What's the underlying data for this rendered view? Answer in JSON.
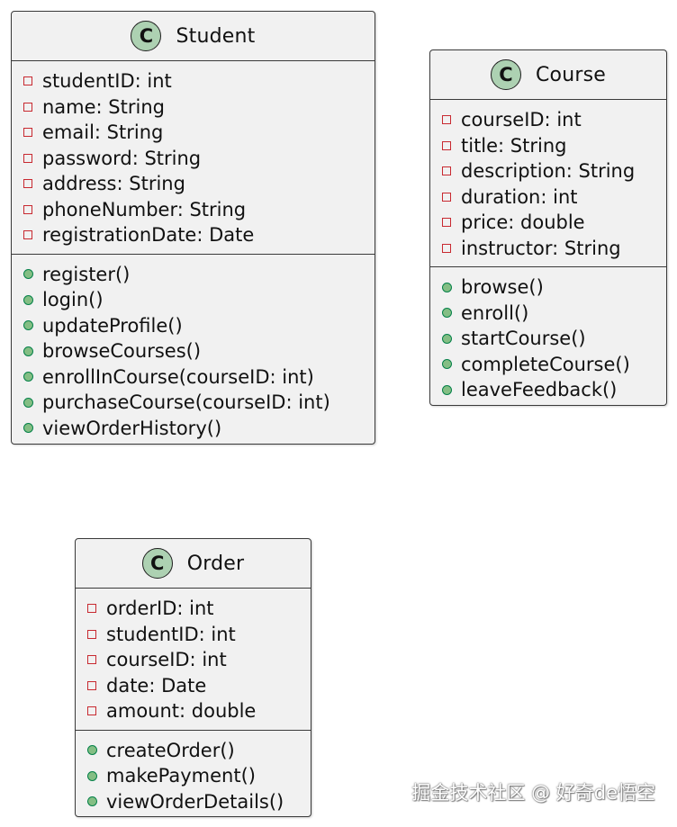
{
  "classes": {
    "student": {
      "badge": "C",
      "name": "Student",
      "attributes": [
        "studentID: int",
        "name: String",
        "email: String",
        "password: String",
        "address: String",
        "phoneNumber: String",
        "registrationDate: Date"
      ],
      "methods": [
        "register()",
        "login()",
        "updateProfile()",
        "browseCourses()",
        "enrollInCourse(courseID: int)",
        "purchaseCourse(courseID: int)",
        "viewOrderHistory()"
      ]
    },
    "course": {
      "badge": "C",
      "name": "Course",
      "attributes": [
        "courseID: int",
        "title: String",
        "description: String",
        "duration: int",
        "price: double",
        "instructor: String"
      ],
      "methods": [
        "browse()",
        "enroll()",
        "startCourse()",
        "completeCourse()",
        "leaveFeedback()"
      ]
    },
    "order": {
      "badge": "C",
      "name": "Order",
      "attributes": [
        "orderID: int",
        "studentID: int",
        "courseID: int",
        "date: Date",
        "amount: double"
      ],
      "methods": [
        "createOrder()",
        "makePayment()",
        "viewOrderDetails()"
      ]
    }
  },
  "watermark": "掘金技术社区 @ 好奇de悟空",
  "colors": {
    "class_fill": "#f1f1f1",
    "class_border": "#3a3a3a",
    "badge_fill": "#add1b2",
    "private_marker": "#c82930",
    "public_marker": "#84be84"
  }
}
